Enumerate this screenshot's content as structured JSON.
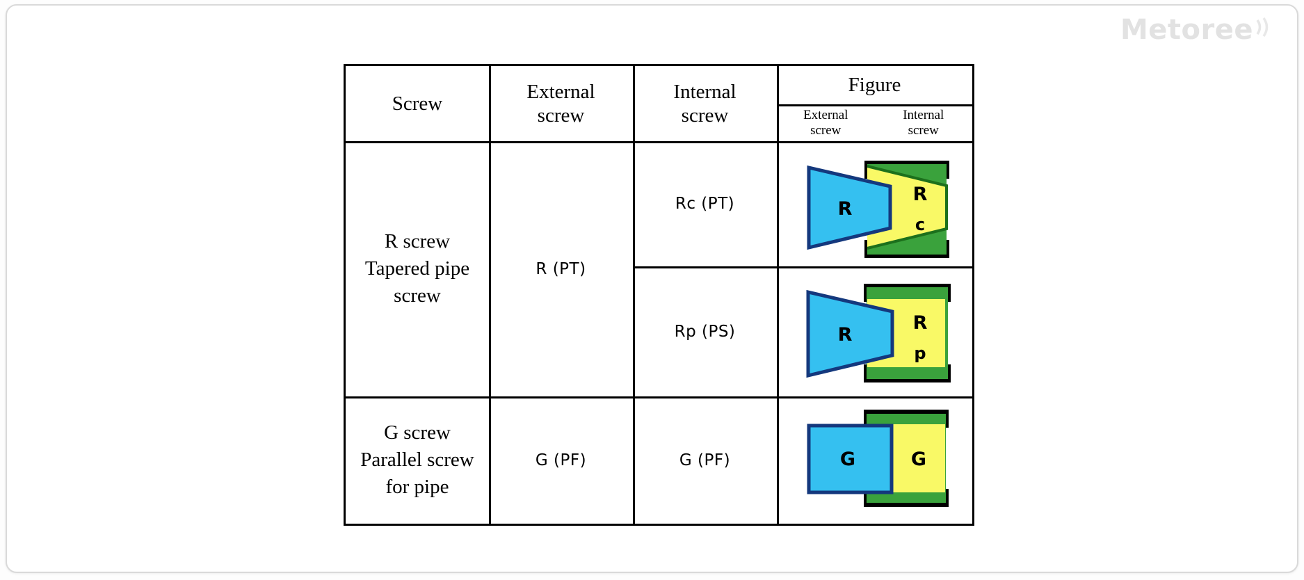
{
  "watermark": {
    "text": "Metoree"
  },
  "colors": {
    "external_screw_fill": "#35c0f0",
    "external_screw_border": "#14387d",
    "internal_screw_green": "#3aa23c",
    "internal_screw_yellow": "#f9f966",
    "internal_screw_taper_border": "#1c701c",
    "frame_black": "#000000",
    "table_border": "#000000",
    "watermark_gray": "#e2e2e2"
  },
  "table": {
    "headers": {
      "screw": "Screw",
      "external": "External\nscrew",
      "internal": "Internal\nscrew",
      "figure": "Figure",
      "figure_sub_external": "External\nscrew",
      "figure_sub_internal": "Internal\nscrew"
    },
    "rows": {
      "r": {
        "screw": "R screw\nTapered pipe\nscrew",
        "external": "R (PT)",
        "internal_rc": "Rc (PT)",
        "internal_rp": "Rp (PS)"
      },
      "g": {
        "screw": "G screw\nParallel screw\nfor pipe",
        "external": "G (PF)",
        "internal": "G (PF)"
      }
    }
  },
  "figures": {
    "rc": {
      "external_label": "R",
      "internal_label_top": "R",
      "internal_label_bottom": "c"
    },
    "rp": {
      "external_label": "R",
      "internal_label_top": "R",
      "internal_label_bottom": "p"
    },
    "g": {
      "external_label": "G",
      "internal_label": "G"
    }
  }
}
